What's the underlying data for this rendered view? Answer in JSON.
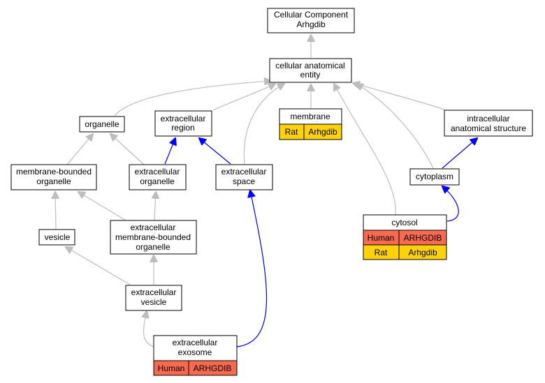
{
  "colors": {
    "gray_edge": "#bdbdbd",
    "blue_edge": "#0000ff",
    "node_border": "#000000",
    "node_fill": "#ffffff",
    "human": "#f86a4f",
    "rat": "#fdd20a"
  },
  "nodes": {
    "root": {
      "lines": [
        "Cellular Component",
        "Arhgdib"
      ]
    },
    "cae": {
      "lines": [
        "cellular anatomical",
        "entity"
      ]
    },
    "organelle": {
      "lines": [
        "organelle"
      ]
    },
    "extracellular_region": {
      "lines": [
        "extracellular",
        "region"
      ]
    },
    "membrane": {
      "lines": [
        "membrane"
      ],
      "rows": [
        [
          "Rat",
          "Arhgdib"
        ]
      ]
    },
    "intracellular": {
      "lines": [
        "intracellular",
        "anatomical structure"
      ]
    },
    "mbo": {
      "lines": [
        "membrane-bounded",
        "organelle"
      ]
    },
    "extracellular_organelle": {
      "lines": [
        "extracellular",
        "organelle"
      ]
    },
    "extracellular_space": {
      "lines": [
        "extracellular",
        "space"
      ]
    },
    "cytoplasm": {
      "lines": [
        "cytoplasm"
      ]
    },
    "cytosol": {
      "lines": [
        "cytosol"
      ],
      "rows": [
        [
          "Human",
          "ARHGDIB"
        ],
        [
          "Rat",
          "Arhgdib"
        ]
      ]
    },
    "vesicle": {
      "lines": [
        "vesicle"
      ]
    },
    "ext_mbo": {
      "lines": [
        "extracellular",
        "membrane-bounded",
        "organelle"
      ]
    },
    "extracellular_vesicle": {
      "lines": [
        "extracellular",
        "vesicle"
      ]
    },
    "exosome": {
      "lines": [
        "extracellular",
        "exosome"
      ],
      "rows": [
        [
          "Human",
          "ARHGDIB"
        ]
      ]
    }
  }
}
